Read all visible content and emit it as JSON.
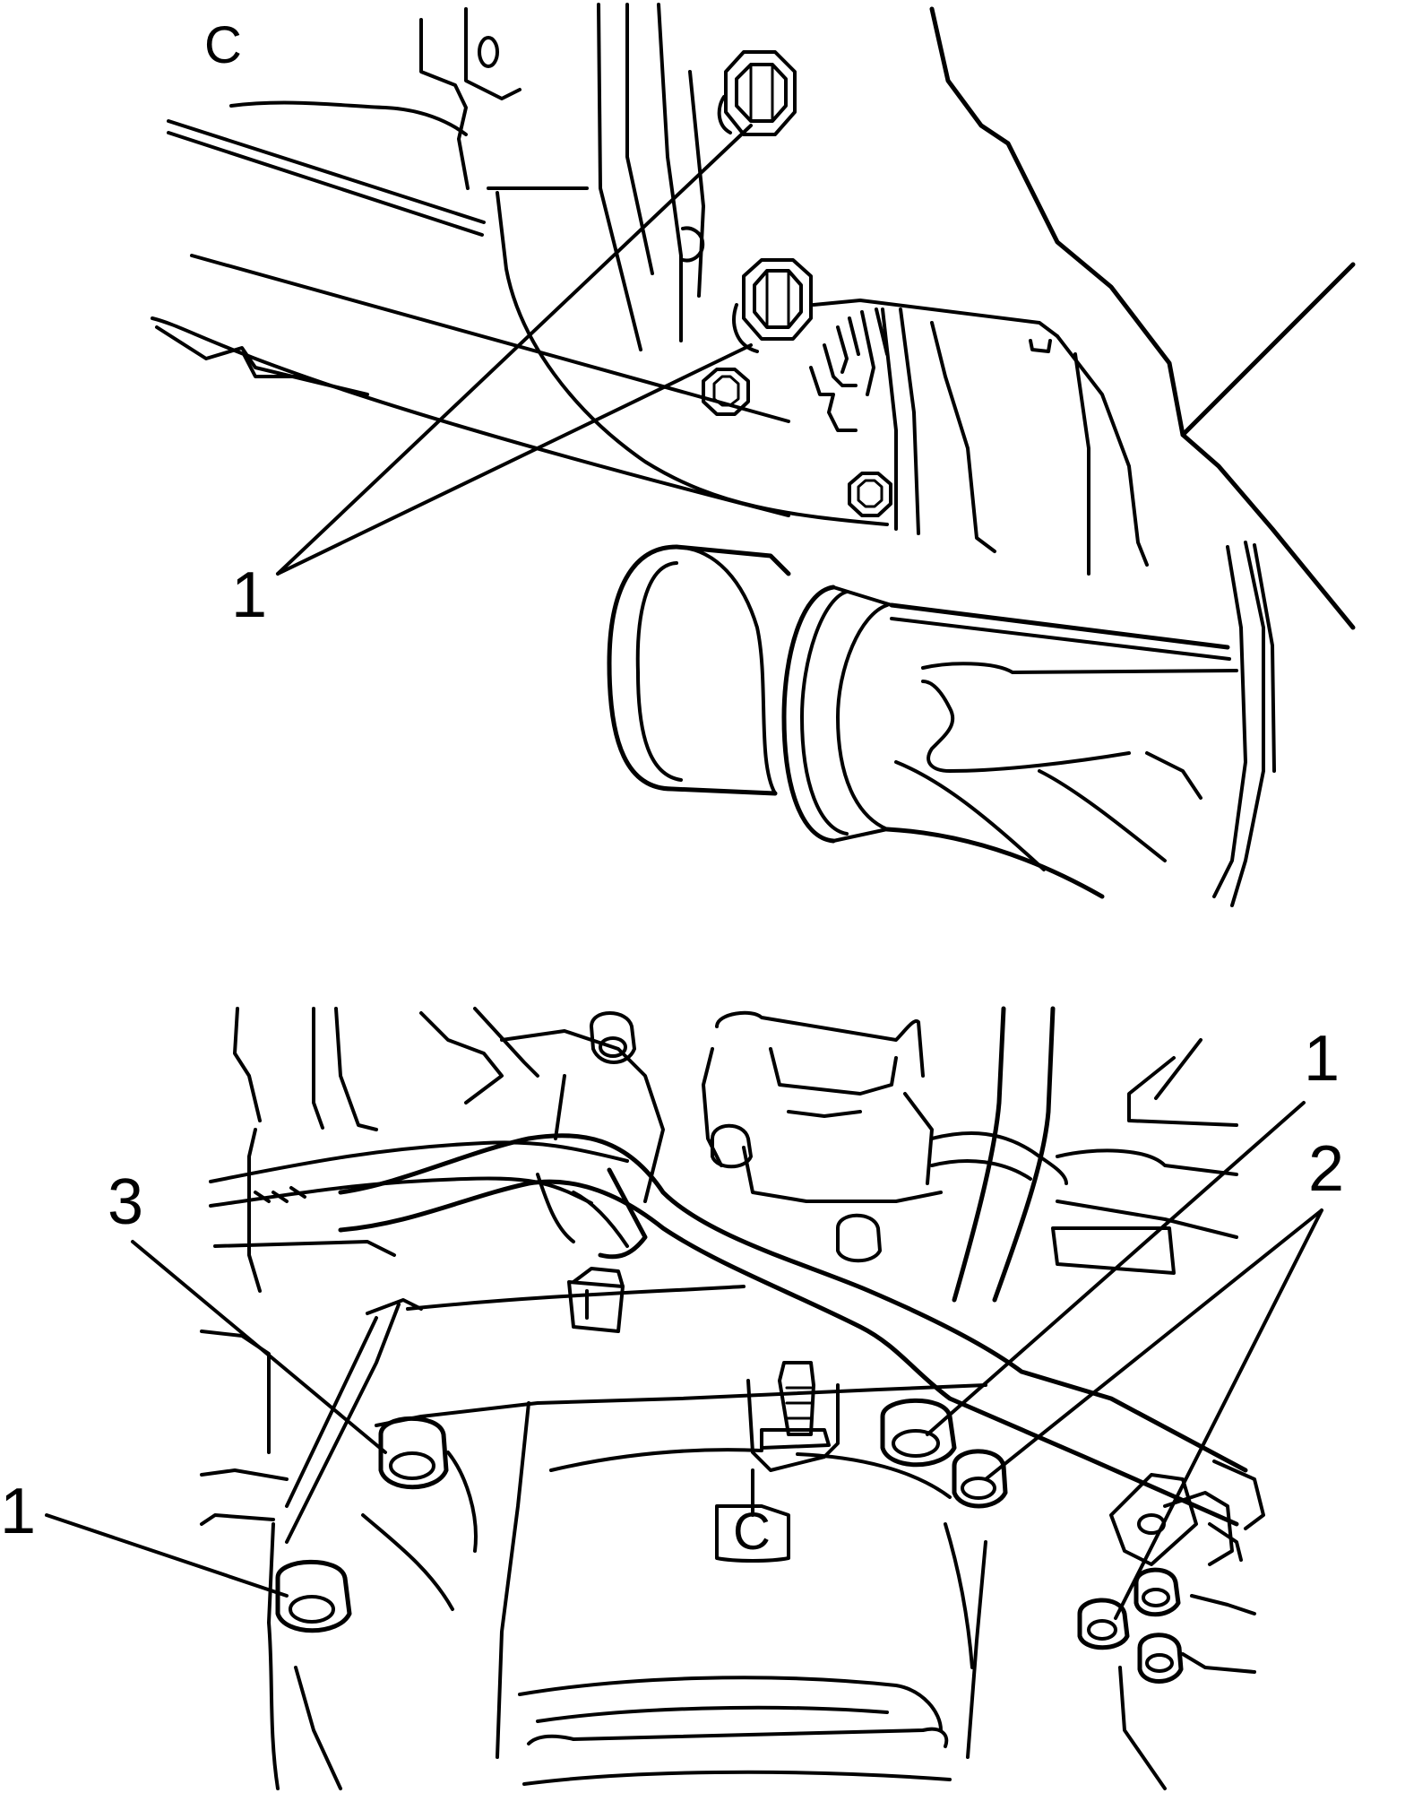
{
  "callouts": {
    "top_1": "1",
    "bottom_1_right": "1",
    "bottom_2": "2",
    "bottom_3": "3",
    "bottom_1_left": "1"
  },
  "marks": {
    "top_c": "C",
    "bottom_c": "C"
  },
  "colors": {
    "line": "#000000",
    "background": "#ffffff"
  }
}
